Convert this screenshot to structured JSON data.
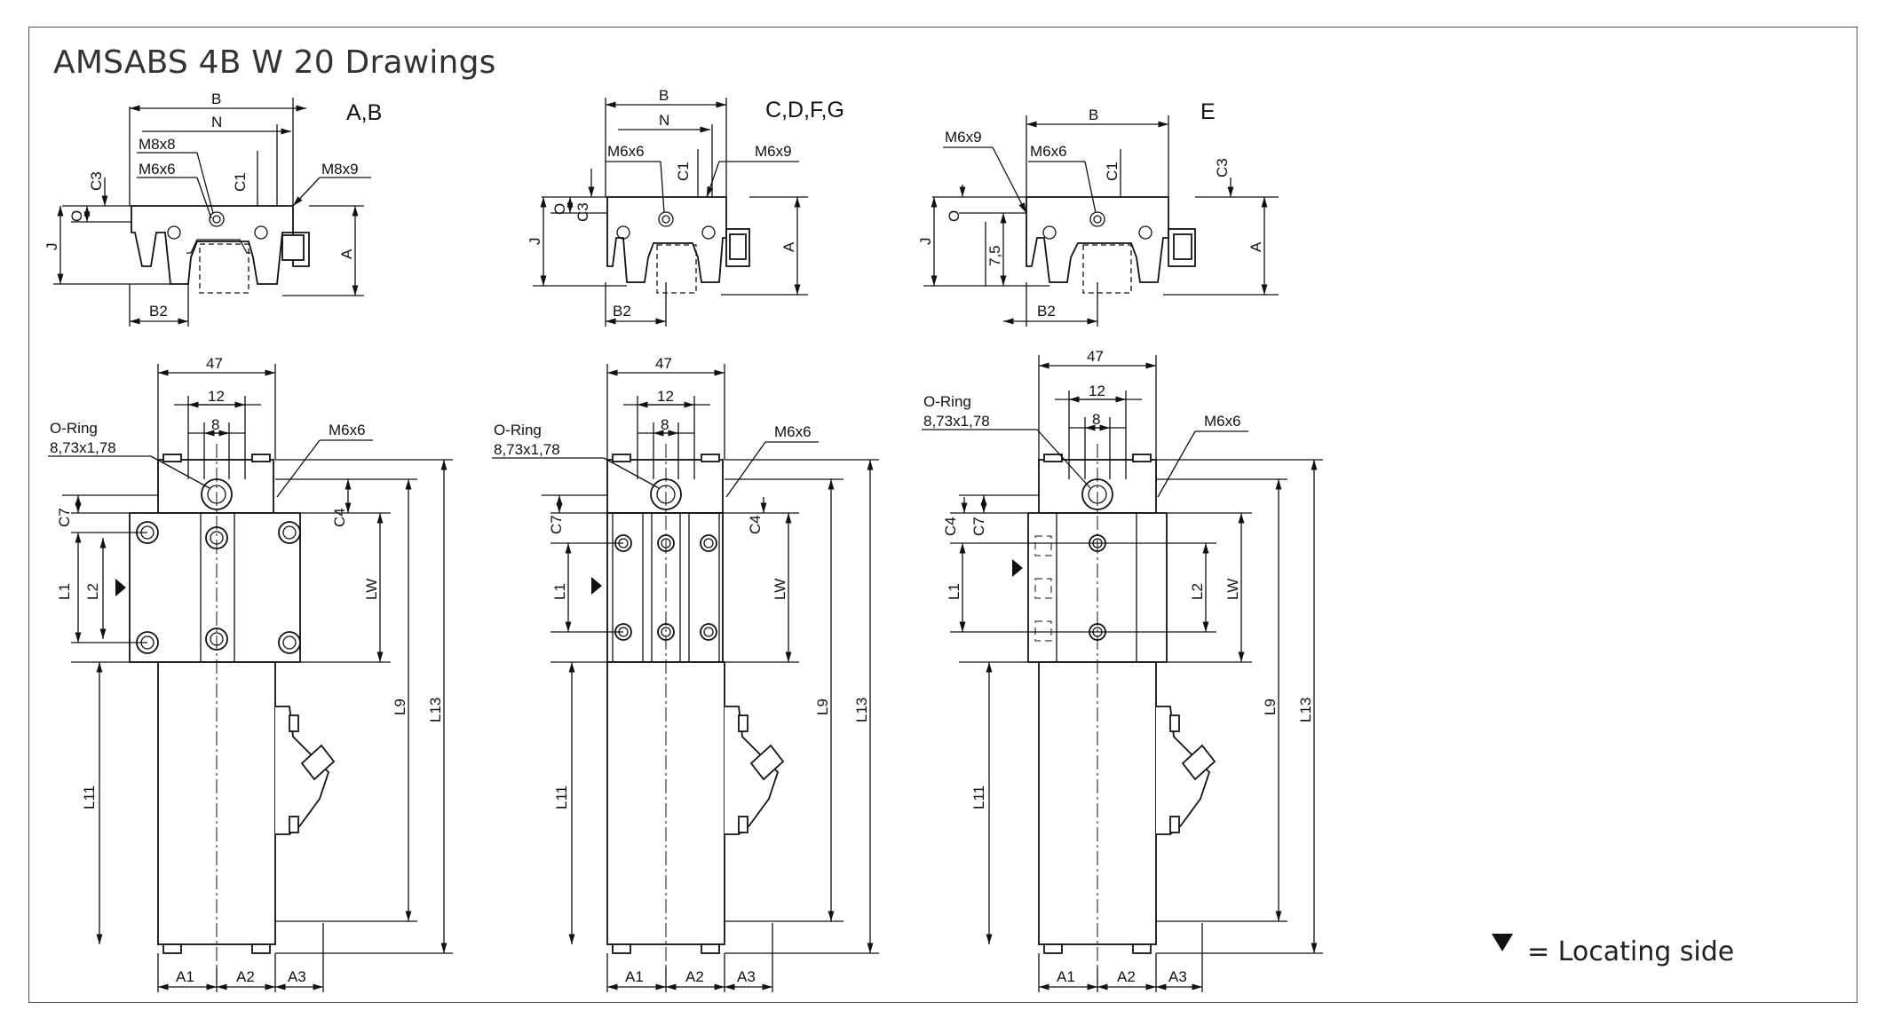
{
  "title": "AMSABS 4B W 20 Drawings",
  "legend": {
    "text": "= Locating side",
    "icon": "triangle-down-icon"
  },
  "variants": [
    {
      "label": "A,B",
      "top_view": {
        "B": "B",
        "N": "N",
        "thread_1": "M8x8",
        "thread_2": "M6x6",
        "C1": "C1",
        "thread_3": "M8x9",
        "C3": "C3",
        "O": "O",
        "J": "J",
        "A": "A",
        "B2": "B2"
      },
      "side_view": {
        "dim_47": "47",
        "dim_12": "12",
        "dim_8": "8",
        "oring_1": "O-Ring",
        "oring_2": "8,73x1,78",
        "thread": "M6x6",
        "C7": "C7",
        "C4": "C4",
        "L1": "L1",
        "L2": "L2",
        "LW": "LW",
        "L9": "L9",
        "L13": "L13",
        "L11": "L11",
        "A1": "A1",
        "A2": "A2",
        "A3": "A3"
      }
    },
    {
      "label": "C,D,F,G",
      "top_view": {
        "B": "B",
        "N": "N",
        "thread_1": "M6x6",
        "C1": "C1",
        "thread_3": "M6x9",
        "C3": "C3",
        "O": "O",
        "J": "J",
        "A": "A",
        "B2": "B2"
      },
      "side_view": {
        "dim_47": "47",
        "dim_12": "12",
        "dim_8": "8",
        "oring_1": "O-Ring",
        "oring_2": "8,73x1,78",
        "thread": "M6x6",
        "C7": "C7",
        "C4": "C4",
        "L1": "L1",
        "LW": "LW",
        "L9": "L9",
        "L13": "L13",
        "L11": "L11",
        "A1": "A1",
        "A2": "A2",
        "A3": "A3"
      }
    },
    {
      "label": "E",
      "top_view": {
        "B": "B",
        "thread_1": "M6x9",
        "thread_2": "M6x6",
        "C1": "C1",
        "C3": "C3",
        "O": "O",
        "J": "J",
        "dim_75": "7,5",
        "A": "A",
        "B2": "B2"
      },
      "side_view": {
        "dim_47": "47",
        "dim_12": "12",
        "dim_8": "8",
        "oring_1": "O-Ring",
        "oring_2": "8,73x1,78",
        "thread": "M6x6",
        "C4": "C4",
        "C7": "C7",
        "L1": "L1",
        "L2": "L2",
        "LW": "LW",
        "L9": "L9",
        "L13": "L13",
        "L11": "L11",
        "A1": "A1",
        "A2": "A2",
        "A3": "A3"
      }
    }
  ]
}
